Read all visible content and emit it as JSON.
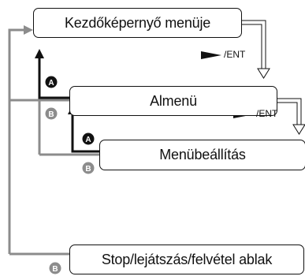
{
  "boxes": {
    "main_menu": "Kezdőképernyő menüje",
    "submenu": "Almenü",
    "settings": "Menübeállítás",
    "stop_window": "Stop/lejátszás/felvétel ablak"
  },
  "arrow_labels": {
    "enter_1": "/ENT",
    "enter_2": "/ENT"
  },
  "badges": {
    "a1": "A",
    "a2": "A",
    "b1": "B",
    "b2": "B",
    "b3": "B"
  },
  "colors": {
    "line": "#111111",
    "gray_line": "#8c8c8c",
    "badge_dark": "#111111",
    "badge_gray": "#8c8c8c"
  }
}
